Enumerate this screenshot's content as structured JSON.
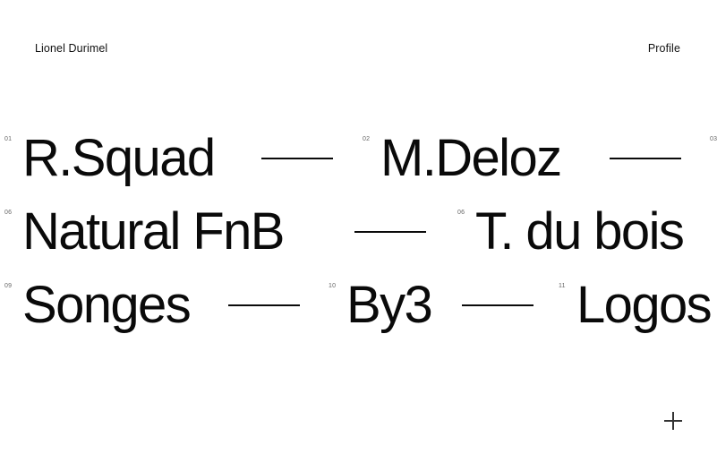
{
  "header": {
    "brand": "Lionel Durimel",
    "profile_link": "Profile"
  },
  "projects": [
    {
      "index": "01",
      "title": "R.Squad"
    },
    {
      "index": "02",
      "title": "M.Deloz"
    },
    {
      "index": "03",
      "title": ""
    },
    {
      "index": "06",
      "title": "Natural FnB"
    },
    {
      "index": "06",
      "title": "T. du bois"
    },
    {
      "index": "09",
      "title": "Songes"
    },
    {
      "index": "10",
      "title": "By3"
    },
    {
      "index": "11",
      "title": "Logos"
    }
  ],
  "icons": {
    "expand": "plus-icon"
  }
}
